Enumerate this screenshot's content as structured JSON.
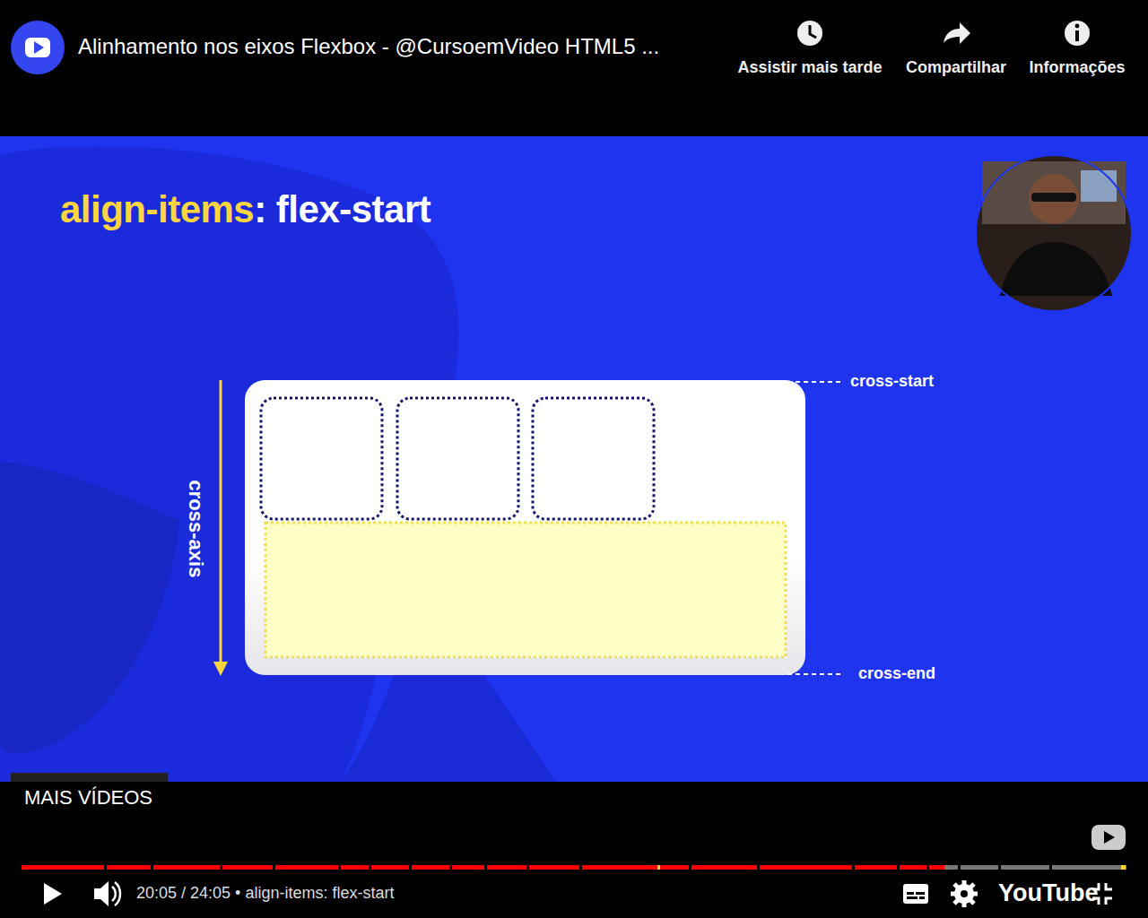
{
  "diagram": {
    "labels": [
      "Alinhamento nos eixos Flexbox - @CursoemVideo HTML5 ...",
      "Assistir mais tarde",
      "Compartilhar",
      "Informações",
      "align-items",
      ": flex-start",
      "cross-start",
      "cross-axis",
      "cross-end",
      "MAIS VÍDEOS",
      "20:05 / 24:05 • align-items: flex-start",
      "YouTube"
    ]
  }
}
